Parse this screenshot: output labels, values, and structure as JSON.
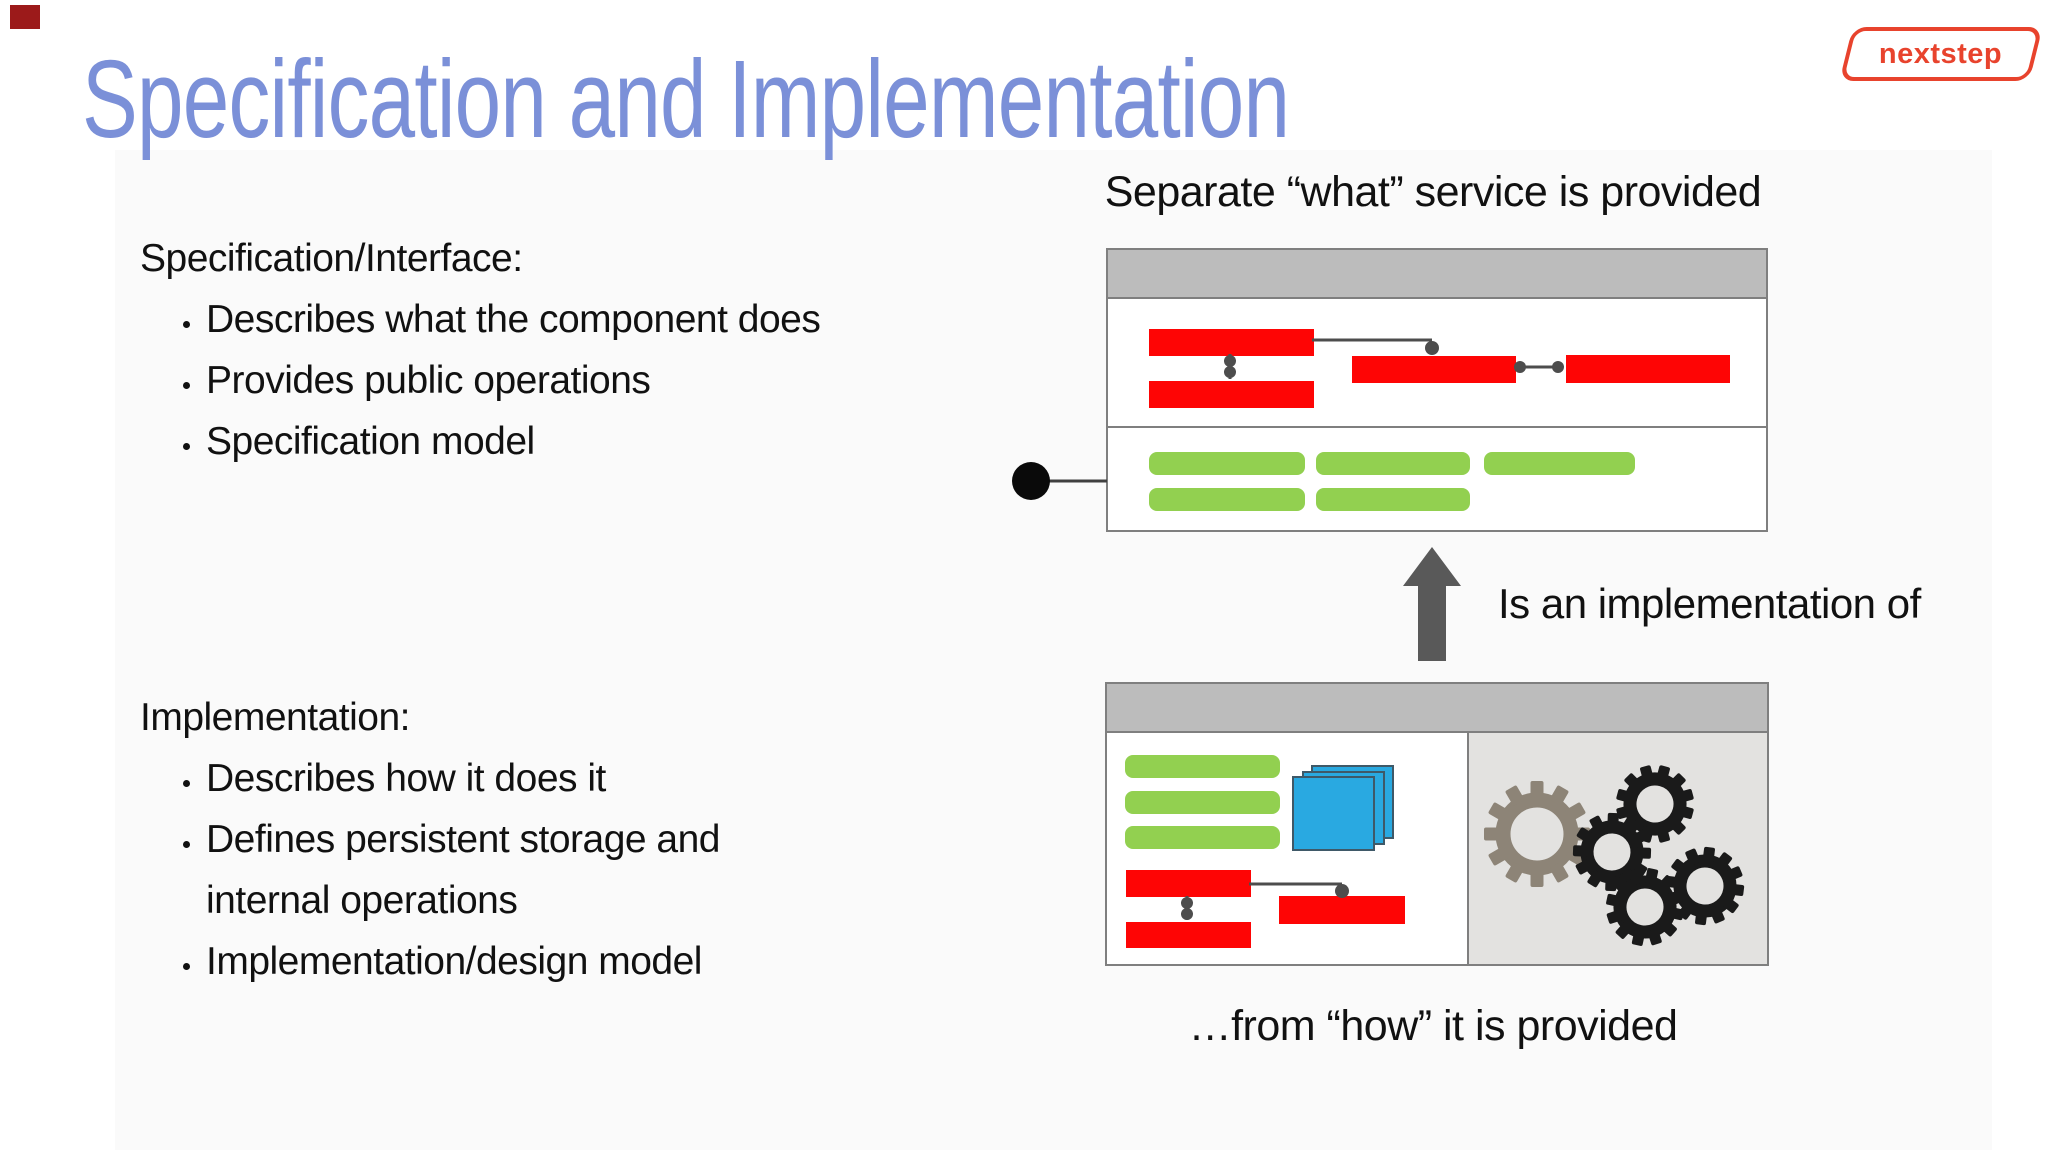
{
  "slide": {
    "title": "Specification and Implementation"
  },
  "logo": {
    "text": "nextstep"
  },
  "left_column": {
    "sections": [
      {
        "heading": "Specification/Interface:",
        "bullets": [
          "Describes what the component does",
          "Provides public operations",
          "Specification model"
        ]
      },
      {
        "heading": "Implementation:",
        "bullets": [
          "Describes how it does it",
          "Defines persistent storage and internal operations",
          "Implementation/design model"
        ]
      }
    ]
  },
  "diagram": {
    "top_caption": "Separate “what” service is provided",
    "arrow_label": "Is an implementation of",
    "bottom_caption": "…from “how” it is provided"
  },
  "colors": {
    "title_blue": "#7b90d8",
    "logo_red": "#e8432d",
    "bar_red": "#fe0505",
    "bar_green": "#92d050",
    "stack_blue": "#29a9e1",
    "header_gray": "#bcbcbc",
    "panel_gray": "#e3e2e0",
    "border_gray": "#7f7f7f",
    "connector_gray": "#4d4d4d",
    "arrow_gray": "#595959",
    "gear_black": "#1a1a1a",
    "gear_taupe": "#8d8477",
    "corner_red": "#9c1a1a",
    "text_black": "#111111"
  }
}
